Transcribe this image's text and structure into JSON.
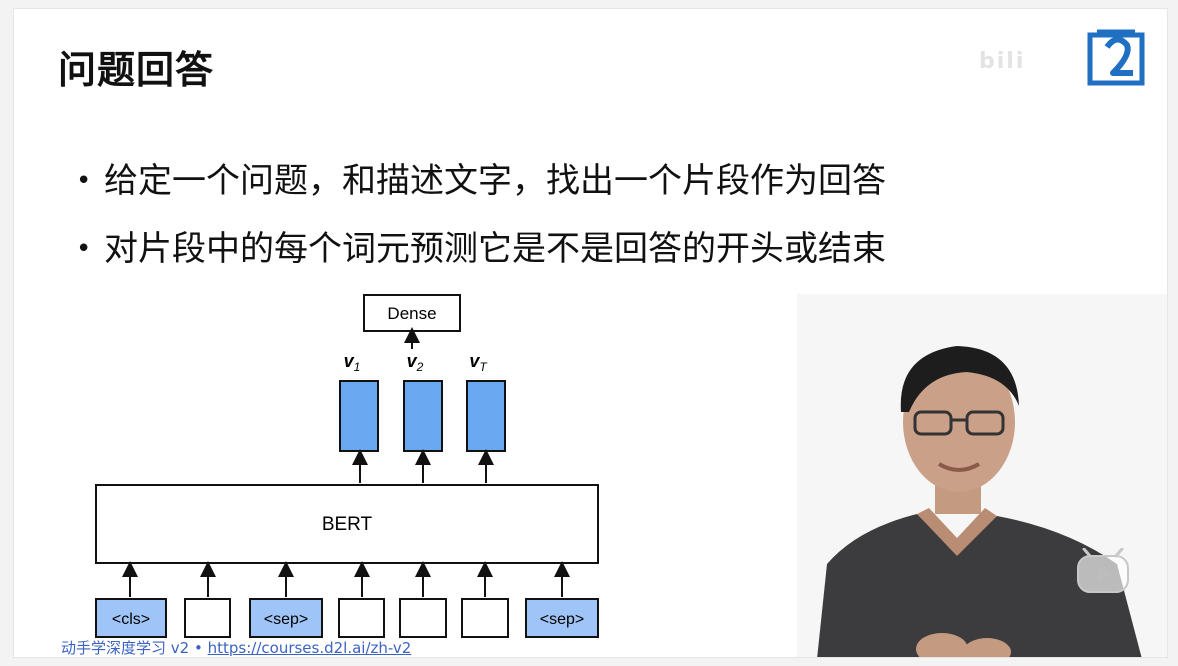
{
  "slide": {
    "title": "问题回答",
    "bullets": [
      "给定一个问题，和描述文字，找出一个片段作为回答",
      "对片段中的每个词元预测它是不是回答的开头或结束"
    ],
    "watermark_text": "bili"
  },
  "diagram": {
    "dense_label": "Dense",
    "bert_label": "BERT",
    "output_labels": [
      {
        "main": "v",
        "sub": "1"
      },
      {
        "main": "v",
        "sub": "2"
      },
      {
        "main": "v",
        "sub": "T"
      }
    ],
    "tokens": [
      "<cls>",
      "",
      "<sep>",
      "",
      "",
      "",
      "<sep>"
    ],
    "colors": {
      "highlight": "#6aa8f2",
      "token_highlight": "#9fc5f8"
    }
  },
  "footer": {
    "book": "动手学深度学习 v2",
    "separator": "•",
    "link": "https://courses.d2l.ai/zh-v2"
  },
  "colors": {
    "accent": "#3b63c4",
    "logo": "#1f6fc3"
  },
  "icons": {
    "logo": "d2l-logo-icon",
    "play": "play-icon"
  }
}
